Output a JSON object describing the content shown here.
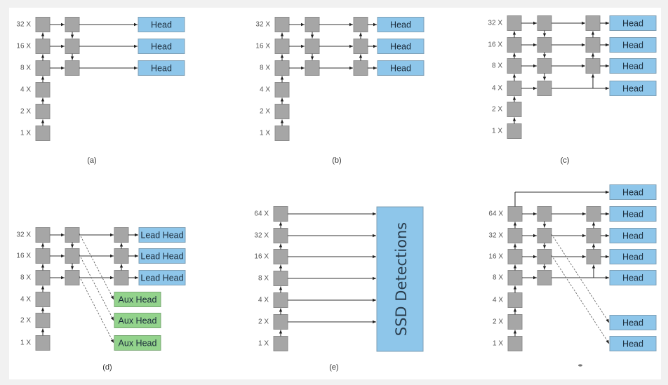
{
  "figure": {
    "title": "Feature pyramid / detection head architectures",
    "colors": {
      "node": "#a6a6a6",
      "head": "#8ec6ea",
      "aux_head": "#93d38c",
      "background": "#f1f1f1",
      "frame": "#ffffff"
    },
    "panels": [
      {
        "id": "a",
        "caption": "(a)",
        "levels": [
          "32 X",
          "16 X",
          "8 X",
          "4 X",
          "2 X",
          "1 X"
        ],
        "heads": [
          "Head",
          "Head",
          "Head"
        ]
      },
      {
        "id": "b",
        "caption": "(b)",
        "levels": [
          "32 X",
          "16 X",
          "8 X",
          "4 X",
          "2 X",
          "1 X"
        ],
        "heads": [
          "Head",
          "Head",
          "Head"
        ]
      },
      {
        "id": "c",
        "caption": "(c)",
        "levels": [
          "32 X",
          "16 X",
          "8 X",
          "4 X",
          "2 X",
          "1 X"
        ],
        "heads": [
          "Head",
          "Head",
          "Head",
          "Head"
        ]
      },
      {
        "id": "d",
        "caption": "(d)",
        "levels": [
          "32 X",
          "16 X",
          "8 X",
          "4 X",
          "2 X",
          "1 X"
        ],
        "heads": [
          "Lead Head",
          "Lead Head",
          "Lead Head"
        ],
        "aux_heads": [
          "Aux Head",
          "Aux Head",
          "Aux Head"
        ]
      },
      {
        "id": "e",
        "caption": "(e)",
        "levels": [
          "64 X",
          "32 X",
          "16 X",
          "8 X",
          "4 X",
          "2 X",
          "1 X"
        ],
        "detector": "SSD Detections"
      },
      {
        "id": "f",
        "caption": "",
        "levels": [
          "64 X",
          "32 X",
          "16 X",
          "8 X",
          "4 X",
          "2 X",
          "1 X"
        ],
        "heads": [
          "Head",
          "Head",
          "Head",
          "Head",
          "Head"
        ],
        "aux_heads": [
          "Head",
          "Head"
        ]
      }
    ]
  }
}
